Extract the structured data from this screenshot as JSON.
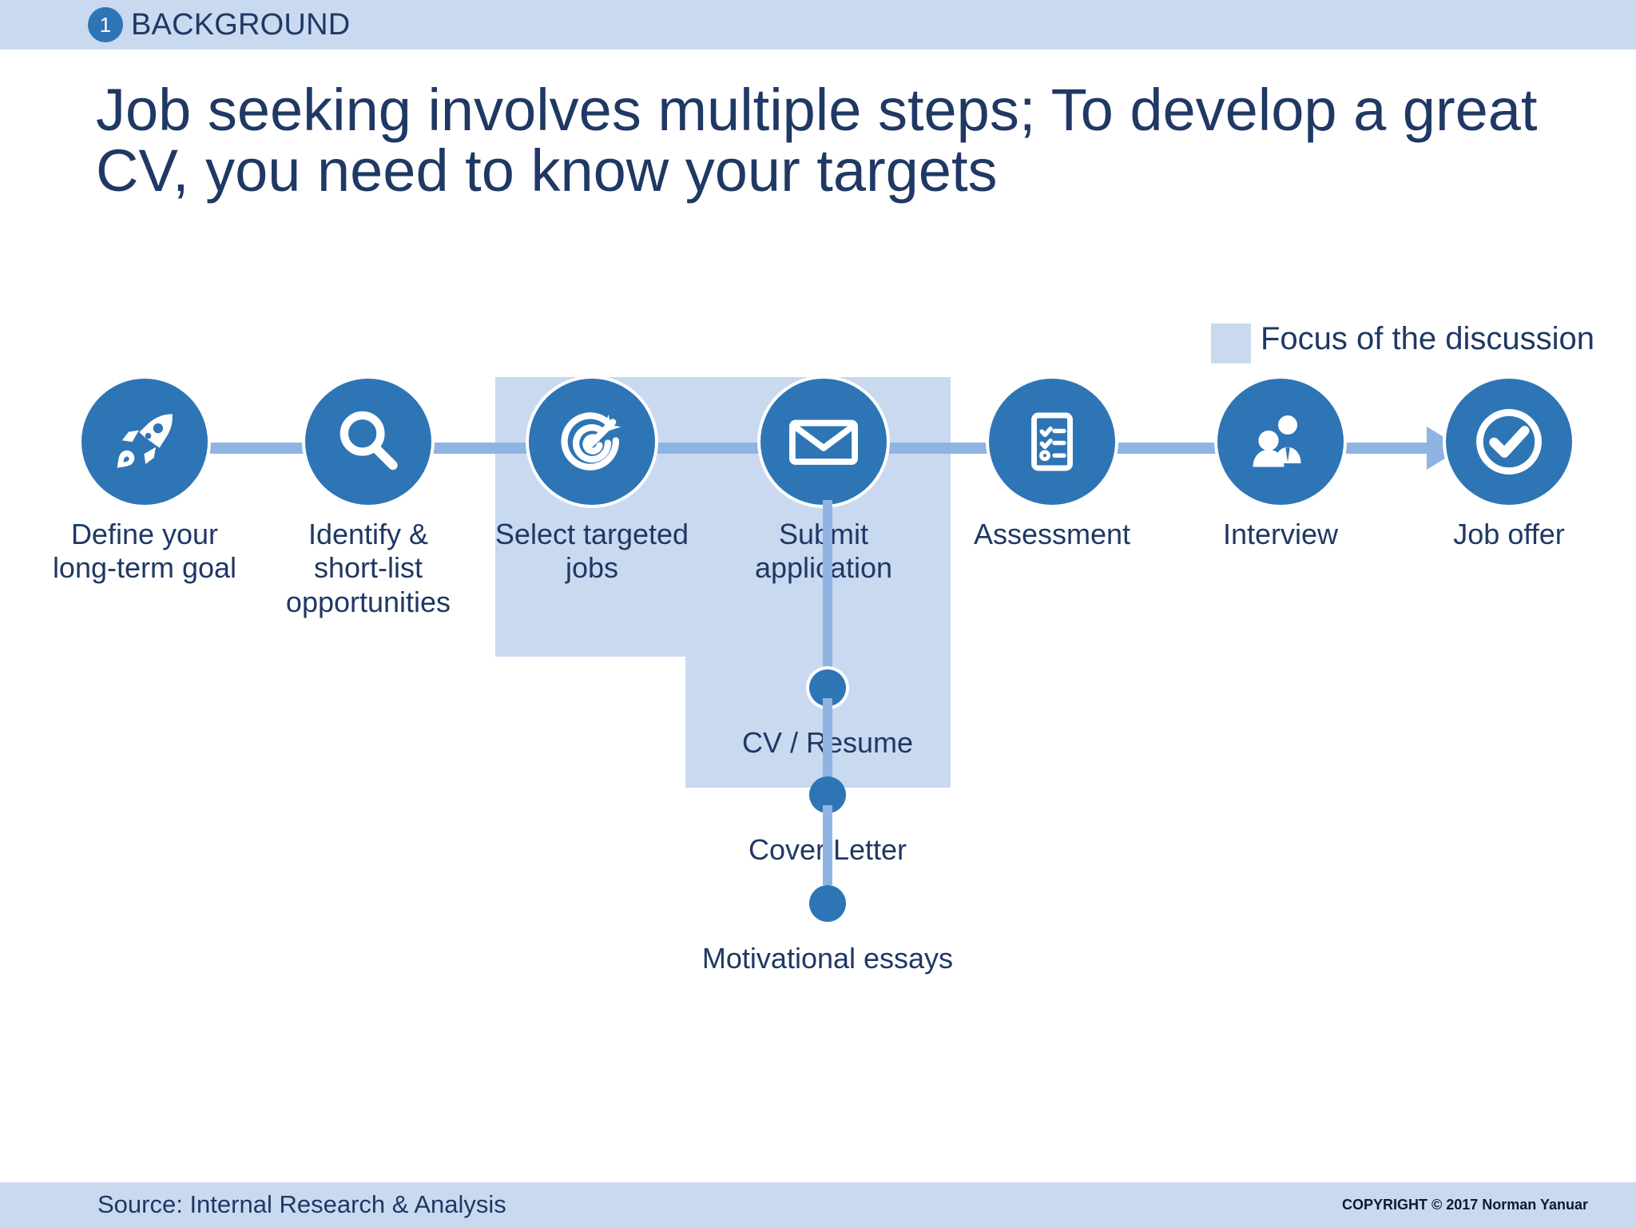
{
  "header": {
    "number": "1",
    "section": "BACKGROUND",
    "band_color": "#C9D9F0",
    "number_badge_color": "#2E75B6"
  },
  "headline": "Job seeking involves multiple steps; To develop a great CV, you need to know your targets",
  "legend": {
    "swatch_color": "#C9D9F0",
    "label": "Focus of the discussion"
  },
  "process": {
    "accent_color": "#2E75B6",
    "rail_color": "#8FB4E3",
    "highlight_color": "#C9D9F0",
    "steps": [
      {
        "icon": "rocket-icon",
        "label": "Define your long-term goal",
        "highlighted": false
      },
      {
        "icon": "magnifier-icon",
        "label": "Identify & short-list opportunities",
        "highlighted": false
      },
      {
        "icon": "target-icon",
        "label": "Select targeted jobs",
        "highlighted": true
      },
      {
        "icon": "envelope-icon",
        "label": "Submit application",
        "highlighted": true
      },
      {
        "icon": "checklist-icon",
        "label": "Assessment",
        "highlighted": false
      },
      {
        "icon": "interview-icon",
        "label": "Interview",
        "highlighted": false
      },
      {
        "icon": "check-circle-icon",
        "label": "Job offer",
        "highlighted": false
      }
    ]
  },
  "branch": {
    "parent_step": "Submit application",
    "items": [
      {
        "label": "CV / Resume",
        "highlighted": true
      },
      {
        "label": "Cover Letter",
        "highlighted": false
      },
      {
        "label": "Motivational essays",
        "highlighted": false
      }
    ]
  },
  "footer": {
    "source": "Source: Internal Research & Analysis",
    "copyright": "COPYRIGHT © 2017 Norman Yanuar"
  }
}
